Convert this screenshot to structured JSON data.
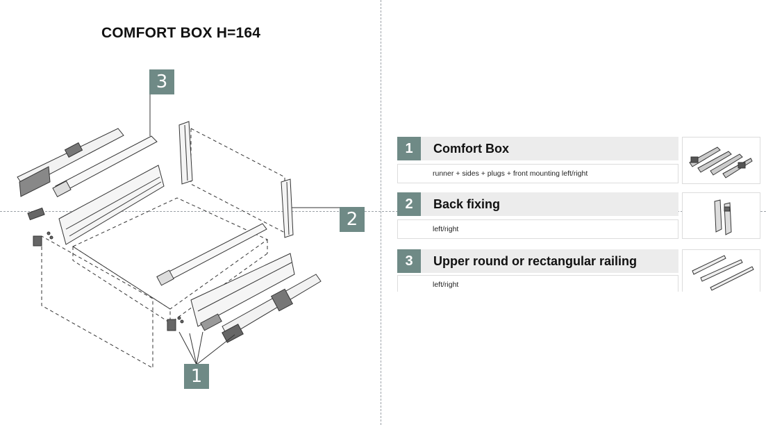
{
  "title": "COMFORT BOX H=164",
  "callouts": [
    "3",
    "2",
    "1"
  ],
  "items": [
    {
      "number": "1",
      "name": "Comfort Box",
      "description": "runner + sides + plugs + front mounting left/right",
      "thumbnail_icon": "drawer-set-icon"
    },
    {
      "number": "2",
      "name": "Back fixing",
      "description": "left/right",
      "thumbnail_icon": "back-fixing-icon"
    },
    {
      "number": "3",
      "name": "Upper round or rectangular railing",
      "description": "left/right",
      "thumbnail_icon": "railing-icon"
    }
  ],
  "colors": {
    "accent": "#6f8a86",
    "header_bg": "#ececec"
  }
}
